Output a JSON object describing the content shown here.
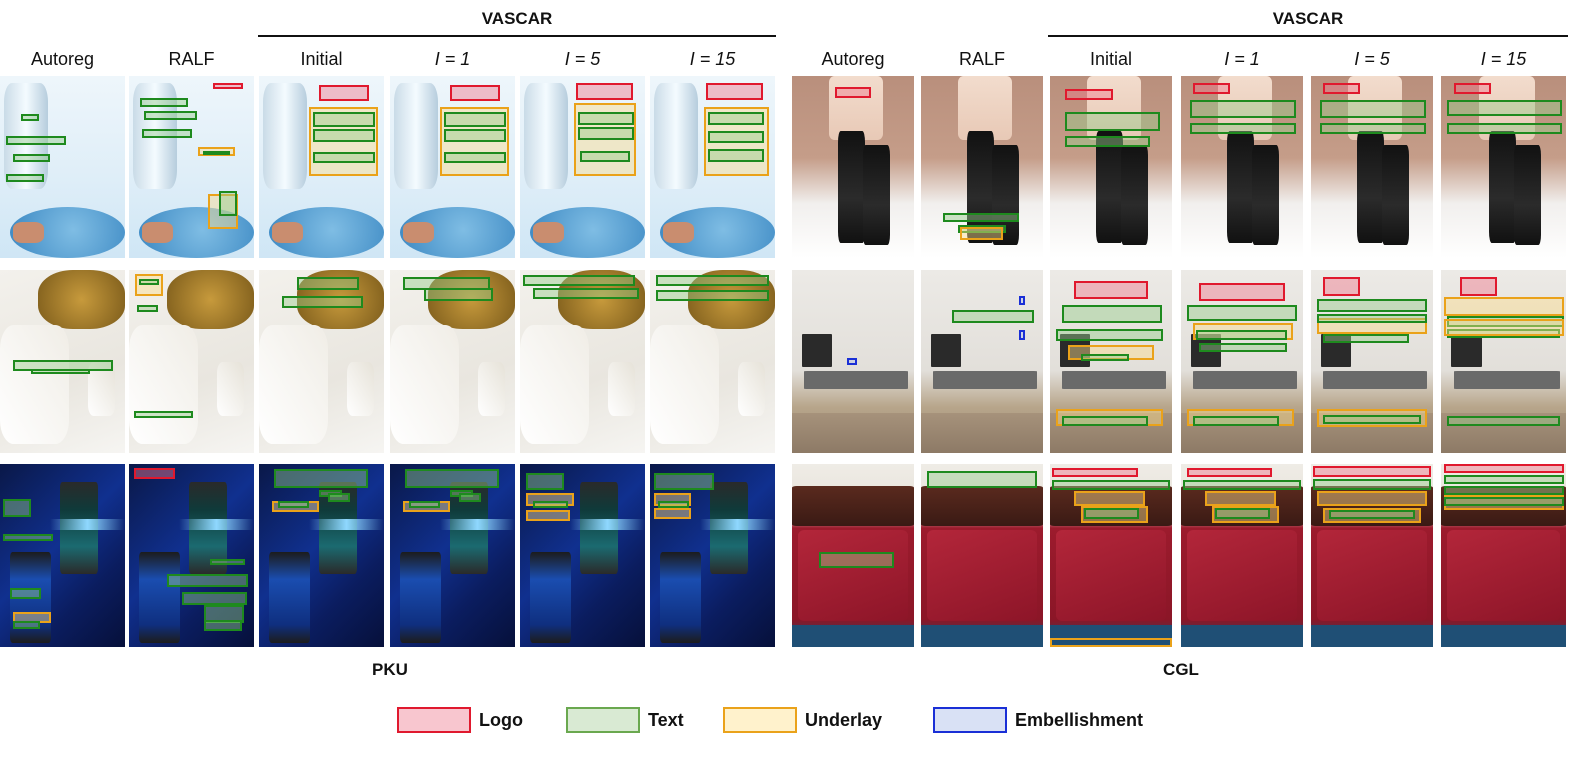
{
  "headers": {
    "vascar_left": "VASCAR",
    "vascar_right": "VASCAR",
    "pku": [
      "Autoreg",
      "RALF",
      "Initial",
      "I = 1",
      "I = 5",
      "I = 15"
    ],
    "cgl": [
      "Autoreg",
      "RALF",
      "Initial",
      "I = 1",
      "I = 5",
      "I = 15"
    ]
  },
  "datasets": {
    "pku": "PKU",
    "cgl": "CGL"
  },
  "legend": [
    {
      "label": "Logo",
      "color": "#e0192e",
      "fill": "#f8c6cf"
    },
    {
      "label": "Text",
      "color": "#6aa84f",
      "fill": "#d9ead3"
    },
    {
      "label": "Underlay",
      "color": "#eaa21a",
      "fill": "#fff2cc"
    },
    {
      "label": "Embellishment",
      "color": "#1a2fd6",
      "fill": "#d9e1f5"
    }
  ],
  "colors": {
    "logo": "#e0192e",
    "text": "#1e8a1e",
    "underlay": "#eaa21a",
    "embellishment": "#1a2fd6"
  },
  "figure_rows": {
    "pku": [
      "water-bottle-poster",
      "cosmetic-bottle-poster",
      "smartphone-poster"
    ],
    "cgl": [
      "black-boots-poster",
      "living-room-poster",
      "red-bedding-poster"
    ]
  }
}
